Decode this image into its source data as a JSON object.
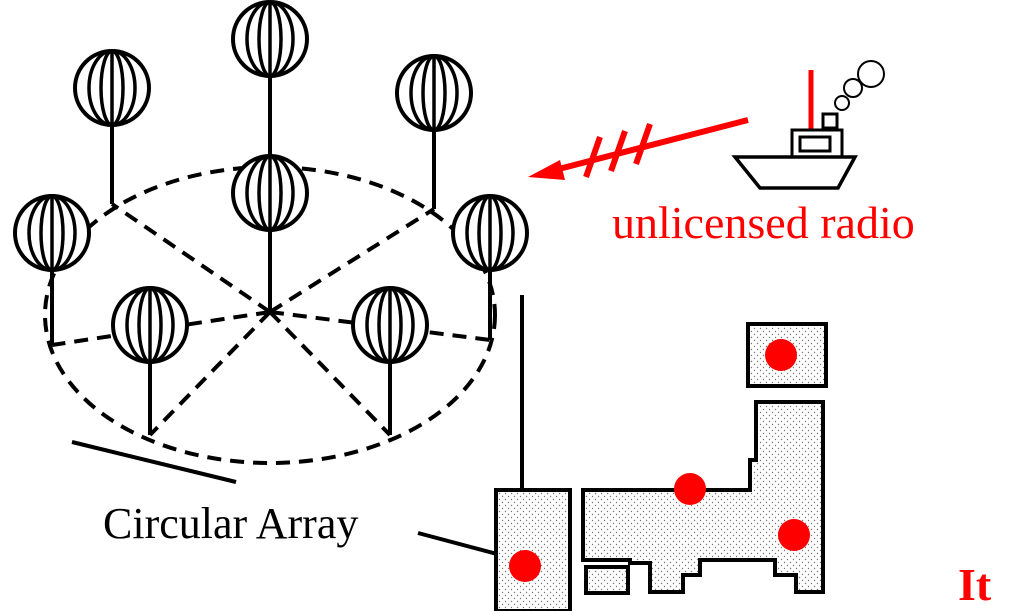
{
  "labels": {
    "unlicensed_radio": "unlicensed radio",
    "circular_array": "Circular Array",
    "corner_text": "It"
  },
  "colors": {
    "ink": "#000000",
    "accent": "#ff0000",
    "land_fill": "#f2f2f2",
    "background": "#ffffff"
  },
  "icons": {
    "antenna": "loop-antenna-icon",
    "ship": "ship-icon",
    "signal": "signal-arrow-icon",
    "station": "station-dot-icon"
  }
}
